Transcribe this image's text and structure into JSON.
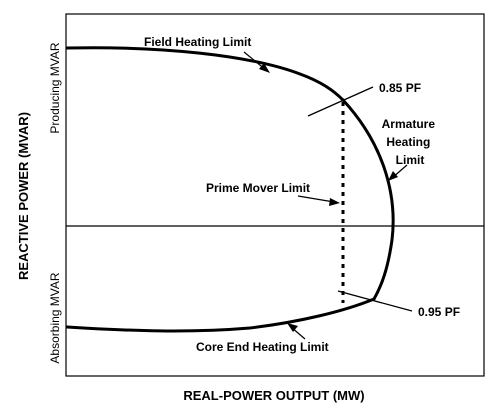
{
  "diagram": {
    "xlabel": "REAL-POWER OUTPUT (MW)",
    "ylabel": "REACTIVE POWER (MVAR)",
    "upper_region_label": "Producing MVAR",
    "lower_region_label": "Absorbing MVAR",
    "limits": {
      "field_heating": "Field Heating Limit",
      "armature_heating": [
        "Armature",
        "Heating",
        "Limit"
      ],
      "prime_mover": "Prime Mover Limit",
      "core_end_heating": "Core End Heating Limit"
    },
    "power_factor_labels": {
      "lagging": "0.85 PF",
      "leading": "0.95 PF"
    },
    "colors": {
      "line": "#000000",
      "background": "#ffffff"
    }
  }
}
